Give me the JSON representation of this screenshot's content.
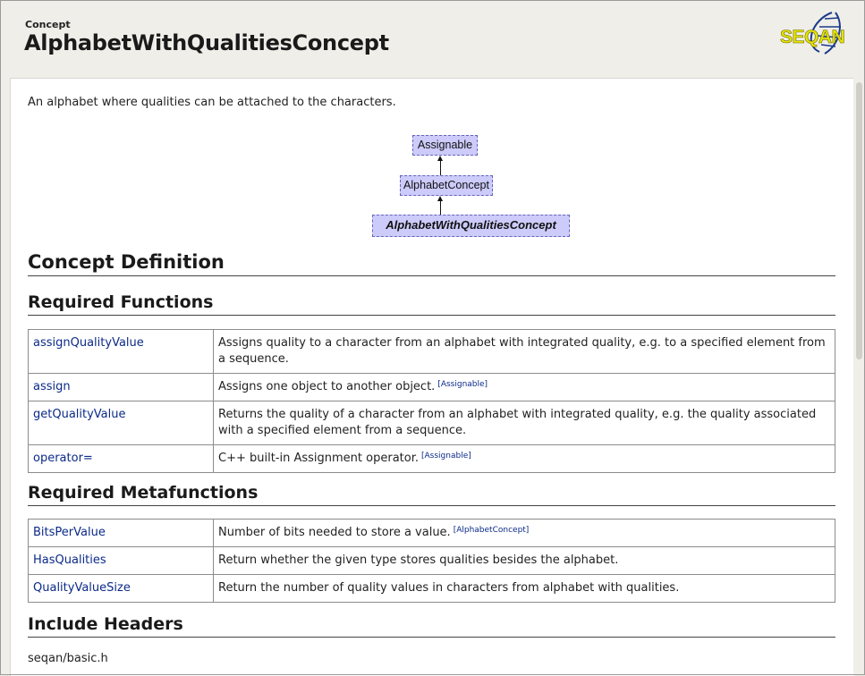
{
  "header": {
    "kind": "Concept",
    "title": "AlphabetWithQualitiesConcept",
    "logo_text": "SEQAN",
    "logo_colors": {
      "yellow": "#e8e400",
      "blue": "#1a3a8a"
    }
  },
  "description": "An alphabet where qualities can be attached to the characters.",
  "diagram": {
    "nodes": [
      "Assignable",
      "AlphabetConcept",
      "AlphabetWithQualitiesConcept"
    ],
    "node_fill": "#cccbfa",
    "node_border": "#6664b8"
  },
  "sections": {
    "concept_definition": "Concept Definition",
    "required_functions": "Required Functions",
    "required_metafunctions": "Required Metafunctions",
    "include_headers": "Include Headers"
  },
  "functions": [
    {
      "name": "assignQualityValue",
      "desc": "Assigns quality to a character from an alphabet with integrated quality, e.g. to a specified element from a sequence.",
      "ref": ""
    },
    {
      "name": "assign",
      "desc": "Assigns one object to another object.",
      "ref": "[Assignable]"
    },
    {
      "name": "getQualityValue",
      "desc": "Returns the quality of a character from an alphabet with integrated quality, e.g. the quality associated with a specified element from a sequence.",
      "ref": ""
    },
    {
      "name": "operator=",
      "desc": "C++ built-in Assignment operator.",
      "ref": "[Assignable]"
    }
  ],
  "metafunctions": [
    {
      "name": "BitsPerValue",
      "desc": "Number of bits needed to store a value.",
      "ref": "[AlphabetConcept]"
    },
    {
      "name": "HasQualities",
      "desc": "Return whether the given type stores qualities besides the alphabet.",
      "ref": ""
    },
    {
      "name": "QualityValueSize",
      "desc": "Return the number of quality values in characters from alphabet with qualities.",
      "ref": ""
    }
  ],
  "include": "seqan/basic.h",
  "colors": {
    "link": "#0b2a88",
    "page_bg": "#efeee8",
    "content_bg": "#ffffff"
  }
}
